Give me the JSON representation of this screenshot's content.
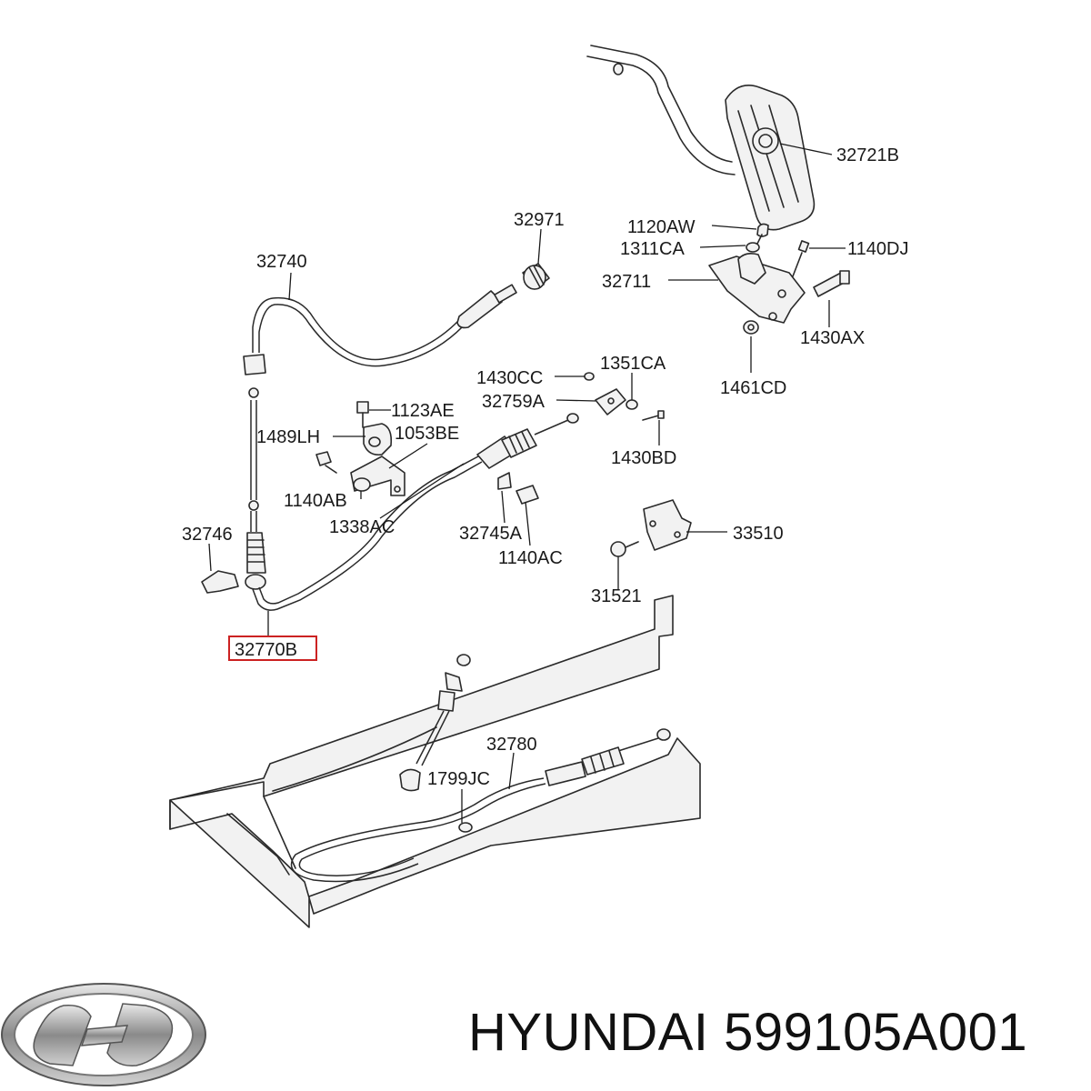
{
  "parts": {
    "p32721B": "32721B",
    "p1120AW": "1120AW",
    "p1311CA": "1311CA",
    "p1140DJ": "1140DJ",
    "p32711": "32711",
    "p1430AX": "1430AX",
    "p1461CD": "1461CD",
    "p32971": "32971",
    "p32740": "32740",
    "p1430CC": "1430CC",
    "p1351CA": "1351CA",
    "p32759A": "32759A",
    "p1123AE": "1123AE",
    "p1489LH": "1489LH",
    "p1053BE": "1053BE",
    "p1430BD": "1430BD",
    "p1140AB": "1140AB",
    "p1338AC": "1338AC",
    "p32745A": "32745A",
    "p1140AC": "1140AC",
    "p32746": "32746",
    "p33510": "33510",
    "p31521": "31521",
    "p32770B": "32770B",
    "p32780": "32780",
    "p1799JC": "1799JC"
  },
  "highlight": {
    "part": "32770B",
    "color": "#cc2222"
  },
  "footer": {
    "brand_text": "HYUNDAI 599105A001"
  },
  "logo": {
    "icon": "hyundai-logo-icon"
  }
}
